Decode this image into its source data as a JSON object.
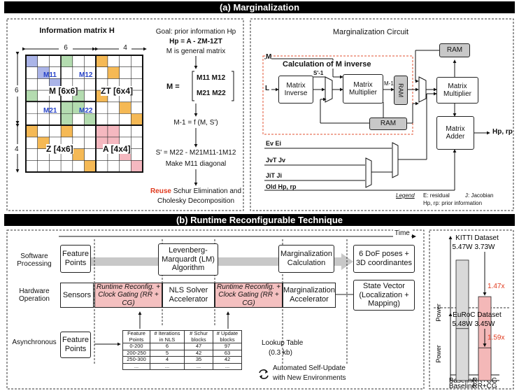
{
  "section_a": {
    "title": "(a) Marginalization"
  },
  "section_b": {
    "title": "(b) Runtime Reconfigurable Technique"
  },
  "matrix": {
    "title": "Information matrix H",
    "dim_top_left": "6",
    "dim_top_right": "4",
    "dim_side_top": "6",
    "dim_side_bottom": "4",
    "block_M": "M [6x6]",
    "block_ZT": "ZT [6x4]",
    "block_Z": "Z [4x6]",
    "block_A": "A [4x4]",
    "m11": "M11",
    "m12": "M12",
    "m21": "M21",
    "m22": "M22"
  },
  "goal": {
    "line1": "Goal: prior information Hp",
    "line2": "Hp = A - ZM-1ZT",
    "line3": "M is general matrix",
    "m_eq": "M =",
    "mat_r1": "M11  M12",
    "mat_r2": "M21  M22",
    "inv": "M-1 = f (M, S')",
    "schur": "S' = M22 - M21M11-1M12",
    "diag": "Make M11 diagonal",
    "reuse": "Reuse",
    "reuse_rest": "Schur Elimination and",
    "cholesky": "Cholesky Decomposition"
  },
  "circuit": {
    "title": "Marginalization Circuit",
    "calc_title": "Calculation of M inverse",
    "in_M": "M",
    "in_L": "L",
    "matrix_inverse": "Matrix Inverse",
    "s_prime": "S'-1",
    "matrix_multiplier": "Matrix Multiplier",
    "m_inv": "M-1",
    "ram": "RAM",
    "matrix_multiplier2": "Matrix Multiplier",
    "matrix_adder": "Matrix Adder",
    "out": "Hp, rp",
    "in_e": "Ev Ei",
    "in_jv": "JvT Jv",
    "in_ji": "JiT Ji",
    "in_old": "Old Hp, rp",
    "legend_label": "Legend",
    "legend_e": "E: residual",
    "legend_j": "J: Jacobian",
    "legend_h": "Hp, rp: prior information"
  },
  "runtime": {
    "time": "Time",
    "row_sw": "Software Processing",
    "row_hw": "Hardware Operation",
    "row_async": "Asynchronous",
    "feature_points": "Feature Points",
    "lm": "Levenberg-Marquardt (LM) Algorithm",
    "marg_calc": "Marginalization Calculation",
    "poses": "6 DoF poses + 3D coordinantes",
    "sensors": "Sensors",
    "rr1": "Runtime Reconfig. + Clock Gating (RR + CG)",
    "nls": "NLS Solver Accelerator",
    "rr2": "Runtime Reconfig. + Clock Gating (RR + CG)",
    "marg_acc": "Marginalization Accelerator",
    "state": "State Vector (Localization + Mapping)",
    "async_fp": "Feature Points",
    "lut_label": "Lookup Table",
    "lut_size": "(0.3 kb)",
    "update1": "Automated Self-Update",
    "update2": "with New Environments"
  },
  "lookup_table": {
    "headers": [
      "Feature Points",
      "# Iterations in NLS",
      "# Schur blocks",
      "# Update blocks"
    ],
    "rows": [
      [
        "0-200",
        "6",
        "47",
        "97"
      ],
      [
        "200-250",
        "5",
        "42",
        "63"
      ],
      [
        "250-300",
        "4",
        "35",
        "42"
      ],
      [
        "...",
        "...",
        "...",
        "..."
      ]
    ]
  },
  "power_charts": {
    "y_label": "Power",
    "chart_data": [
      {
        "type": "bar",
        "title": "KITTI Dataset",
        "categories": [
          "Baseline",
          "RR+CG"
        ],
        "values": [
          5.47,
          3.73
        ],
        "value_labels": [
          "5.47W",
          "3.73W"
        ],
        "annotation": "1.47x",
        "colors": [
          "#d9d9d9",
          "#f4b8b8"
        ]
      },
      {
        "type": "bar",
        "title": "EuRoC Dataset",
        "categories": [
          "Baseline",
          "RR+CG"
        ],
        "values": [
          5.48,
          3.45
        ],
        "value_labels": [
          "5.48W",
          "3.45W"
        ],
        "annotation": "1.59x",
        "colors": [
          "#d9d9d9",
          "#f4b8b8"
        ]
      }
    ]
  },
  "colors": {
    "blue": "#aab4e8",
    "green": "#b4dcb0",
    "orange": "#f5b955",
    "pink": "#f5b8c0",
    "reuse": "#e03a1e",
    "rr_fill": "#f4c0c0",
    "arrow_gray": "#c8c8c8"
  }
}
